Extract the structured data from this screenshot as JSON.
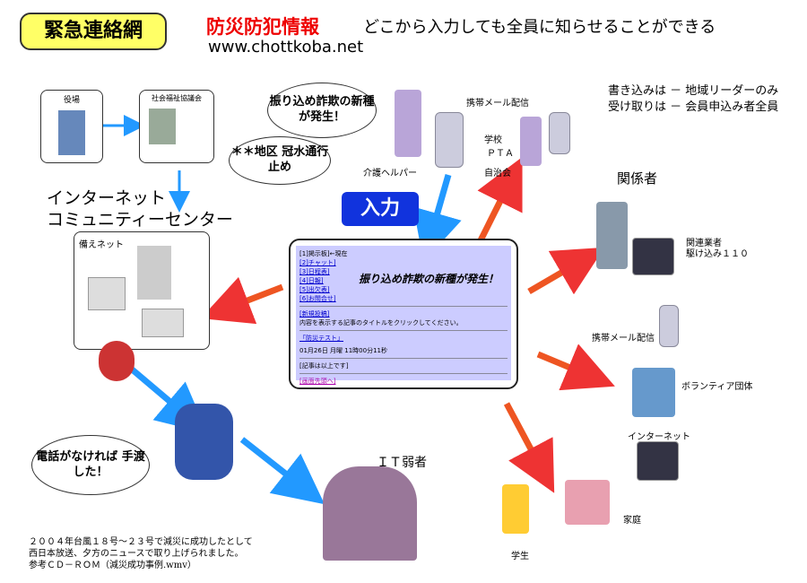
{
  "title": "緊急連絡網",
  "header": {
    "headline": "防災防犯情報",
    "tagline": "どこから入力しても全員に知らせることができる",
    "url": "www.chottkoba.net"
  },
  "notes": {
    "write": "書き込みは － 地域リーダーのみ",
    "read": "受け取りは － 会員申込み者全員"
  },
  "labels": {
    "town_hall": "役場",
    "welfare": "社会福祉協議会",
    "internet_center_1": "インターネット",
    "internet_center_2": "コミュニティーセンター",
    "sonae": "備えネット",
    "care": "介護ヘルパー",
    "mobile_mail": "携帯メール配信",
    "school": "学校",
    "pta": "ＰＴＡ",
    "jichikai": "自治会",
    "input": "入力",
    "kankeisha": "関係者",
    "kanren": "関連業者",
    "kaketsuke": "駆け込み１１０",
    "mobile_mail2": "携帯メール配信",
    "volunteer": "ボランティア団体",
    "internet": "インターネット",
    "family": "家庭",
    "student": "学生",
    "it_weak": "ＩＴ弱者"
  },
  "bubbles": {
    "fraud": "振り込め詐欺の新種が発生！",
    "flood": "＊＊地区 冠水通行止め",
    "phone": "電話がなければ 手渡した！"
  },
  "screen": {
    "menu": [
      "[1]掲示板]←現在",
      "[2]チャット]",
      "[3]日程表]",
      "[4]日報]",
      "[5]出欠表]",
      "[6]お問合せ]"
    ],
    "headline": "振り込め詐欺の新種が発生！",
    "new_post": "[新規投稿]",
    "instruction": "内容を表示する記事のタイトルをクリックしてください。",
    "article": "「防災テスト」",
    "datetime": "01月26日 月曜 11時00分11秒",
    "end": "[記事は以上です]",
    "top": "[画面先頭へ]"
  },
  "footer": [
    "２００４年台風１８号～２３号で減災に成功したとして",
    "西日本放送、夕方のニュースで取り上げられました。",
    "参考ＣＤ－ＲＯＭ（減災成功事例.wmv）"
  ]
}
